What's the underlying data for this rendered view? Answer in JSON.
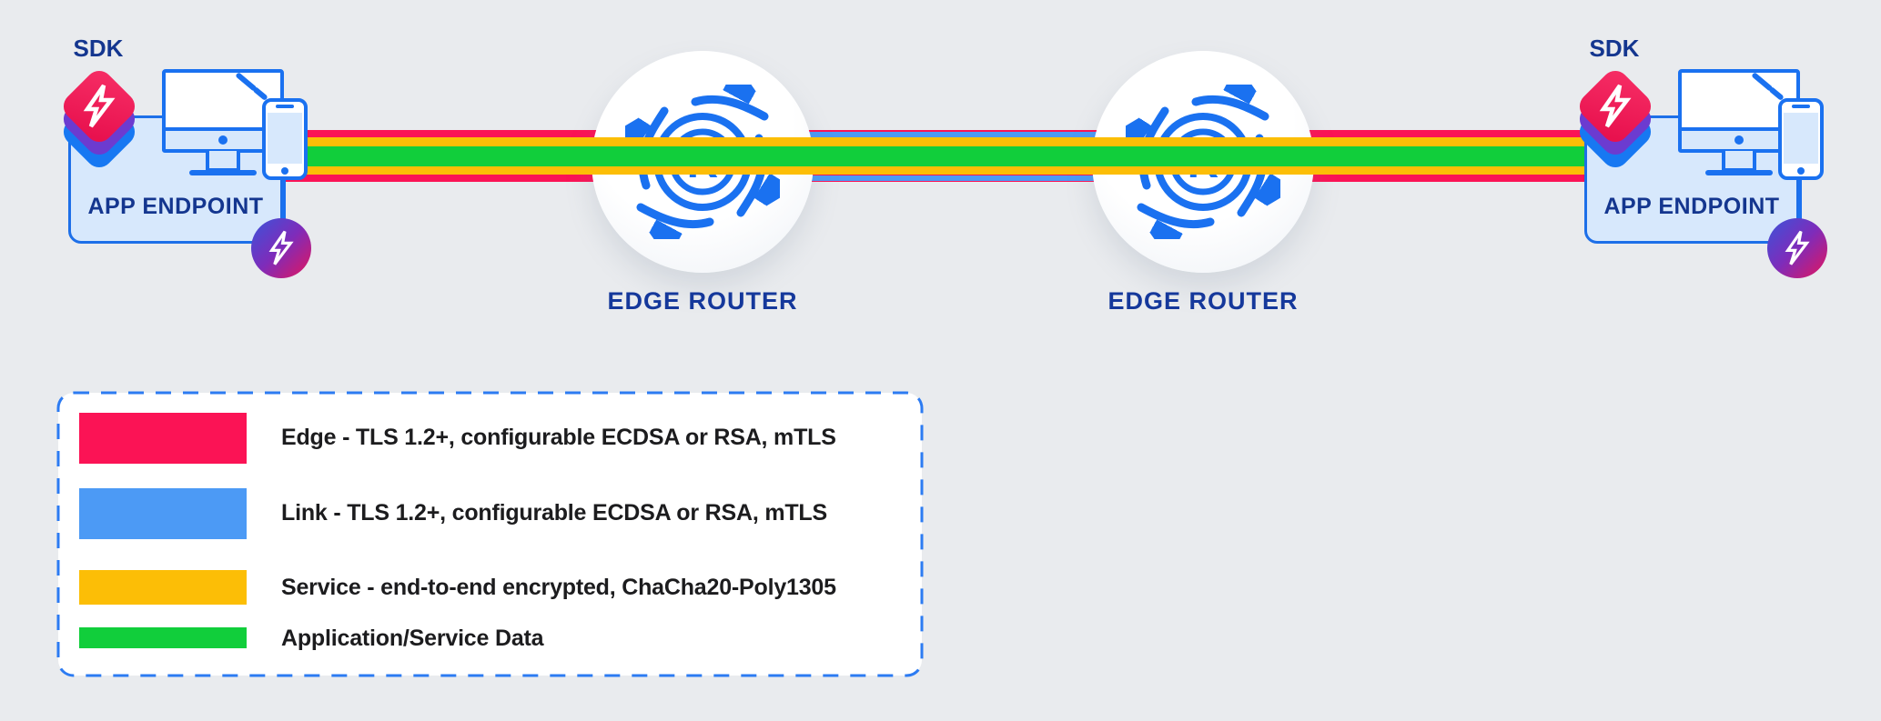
{
  "colors": {
    "background": "#E9EBEE",
    "edge_red": "#FB1355",
    "link_blue": "#4C9AF5",
    "service_yellow": "#FCBE06",
    "data_green": "#11CE3B",
    "icon_blue": "#1A71F0",
    "panel_light_blue": "#D7E8FC",
    "navy_text": "#14368F",
    "sdk_purple": "#6C3BD0",
    "sdk_blue": "#1778F2"
  },
  "labels": {
    "sdk": "SDK",
    "app_endpoint": "APP ENDPOINT",
    "edge_router": "EDGE ROUTER",
    "router_letter": "R"
  },
  "diagram": {
    "endpoints": [
      {
        "side": "left",
        "label": "APP ENDPOINT",
        "badge": "SDK"
      },
      {
        "side": "right",
        "label": "APP ENDPOINT",
        "badge": "SDK"
      }
    ],
    "routers": [
      {
        "side": "left",
        "label": "EDGE ROUTER"
      },
      {
        "side": "right",
        "label": "EDGE ROUTER"
      }
    ]
  },
  "legend": {
    "items": [
      {
        "name": "edge",
        "color": "#FB1355",
        "label": "Edge - TLS 1.2+, configurable ECDSA or RSA, mTLS"
      },
      {
        "name": "link",
        "color": "#4C9AF5",
        "label": "Link - TLS 1.2+, configurable ECDSA or RSA, mTLS"
      },
      {
        "name": "service",
        "color": "#FCBE06",
        "label": "Service - end-to-end encrypted, ChaCha20-Poly1305"
      },
      {
        "name": "application_service_data",
        "color": "#11CE3B",
        "label": "Application/Service Data"
      }
    ]
  }
}
